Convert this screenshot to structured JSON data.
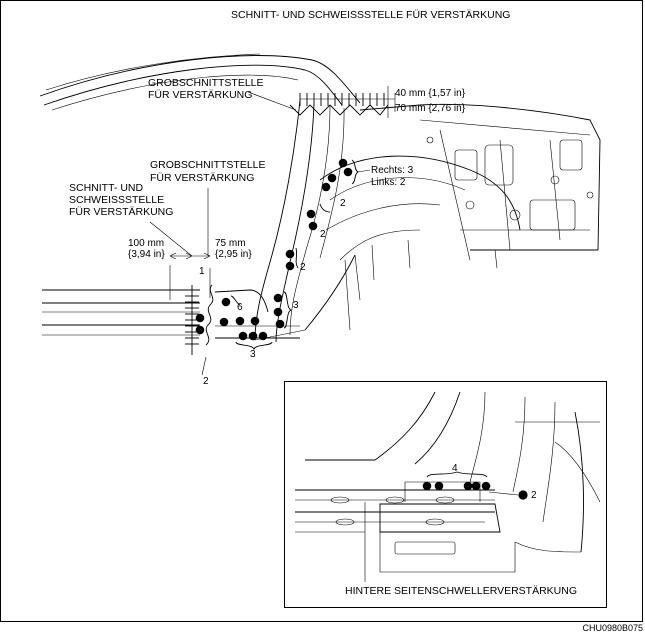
{
  "title": "SCHNITT- UND SCHWEISSSTELLE FÜR VERSTÄRKUNG",
  "labels": {
    "grob_top_1": "GROBSCHNITTSTELLE",
    "grob_top_2": "FÜR VERSTÄRKUNG",
    "grob_mid_1": "GROBSCHNITTSTELLE",
    "grob_mid_2": "FÜR VERSTÄRKUNG",
    "schnitt_1": "SCHNITT- UND",
    "schnitt_2": "SCHWEISSSTELLE",
    "schnitt_3": "FÜR VERSTÄRKUNG",
    "dim_40": "40 mm {1,57 in}",
    "dim_70": "70 mm {2,76 in}",
    "dim_100a": "100 mm",
    "dim_100b": "{3,94 in}",
    "dim_75a": "75 mm",
    "dim_75b": "{2,95 in}",
    "rechts": "Rechts: 3",
    "links": "Links: 2",
    "inset_caption": "HINTERE SEITENSCHWELLERVERSTÄRKUNG",
    "figure_code": "CHU0980B075"
  },
  "callouts": {
    "n1": "1",
    "n2_bottom": "2",
    "n2_a": "2",
    "n2_b": "2",
    "n2_c": "2",
    "n3_right": "3",
    "n3_bottom": "3",
    "n6": "6",
    "inset_n4": "4",
    "inset_n2": "2"
  }
}
